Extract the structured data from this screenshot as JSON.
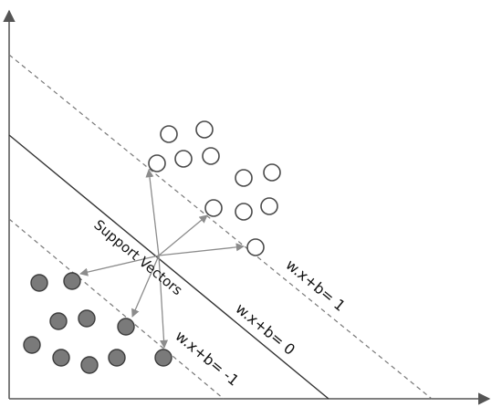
{
  "diagram": {
    "labels": {
      "upper_margin": "w.x+b= 1",
      "hyperplane": "w.x+b= 0",
      "lower_margin": "w.x+b= -1",
      "support_vectors": "Support Vectors"
    },
    "colors": {
      "axis": "#555555",
      "hyperplane": "#333333",
      "margin": "#777777",
      "arrow": "#8c8c8c",
      "open_point_stroke": "#4a4a4a",
      "filled_point": "#7a7a7a",
      "filled_point_stroke": "#3d3d3d"
    }
  }
}
